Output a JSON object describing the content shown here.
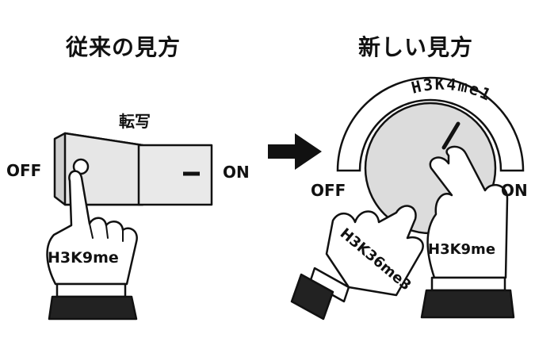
{
  "left": {
    "heading": "従来の見方",
    "switch_label": "転写",
    "off_label": "OFF",
    "on_label": "ON",
    "hand_label": "H3K9me"
  },
  "right": {
    "heading": "新しい見方",
    "dial_arc_label": "H3K4me1",
    "off_label": "OFF",
    "on_label": "ON",
    "left_hand_label": "H3K36me3",
    "right_hand_label": "H3K9me"
  },
  "colors": {
    "outline": "#111111",
    "switch_face": "#e6e6e6",
    "switch_side": "#cfcfcf",
    "dial_fill": "#dcdcdc",
    "glove": "#ffffff",
    "sleeve": "#222222"
  },
  "icons": [
    "toggle-switch-icon",
    "right-arrow-icon",
    "rotary-dial-icon",
    "gloved-hand-icon"
  ]
}
